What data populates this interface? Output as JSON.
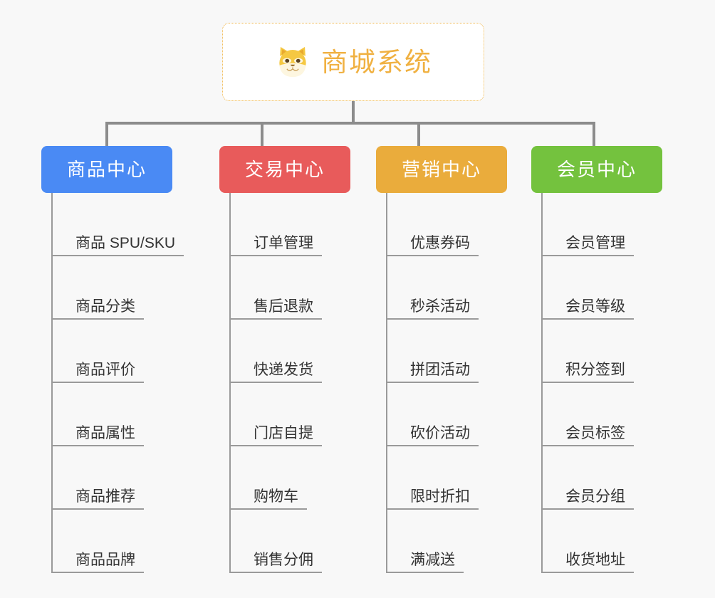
{
  "background_color": "#f8f8f8",
  "root": {
    "title": "商城系统",
    "icon": "shiba-dog-emoji",
    "text_color": "#f0b142",
    "border_color": "#f0b64a",
    "background_color": "#ffffff"
  },
  "branches": [
    {
      "label": "商品中心",
      "color": "#4a8af4",
      "items": [
        "商品 SPU/SKU",
        "商品分类",
        "商品评价",
        "商品属性",
        "商品推荐",
        "商品品牌"
      ]
    },
    {
      "label": "交易中心",
      "color": "#e85b5b",
      "items": [
        "订单管理",
        "售后退款",
        "快递发货",
        "门店自提",
        "购物车",
        "销售分佣"
      ]
    },
    {
      "label": "营销中心",
      "color": "#eaac3c",
      "items": [
        "优惠券码",
        "秒杀活动",
        "拼团活动",
        "砍价活动",
        "限时折扣",
        "满减送"
      ]
    },
    {
      "label": "会员中心",
      "color": "#74c23e",
      "items": [
        "会员管理",
        "会员等级",
        "积分签到",
        "会员标签",
        "会员分组",
        "收货地址"
      ]
    }
  ],
  "connector_color": "#8c8c8c",
  "leaf_line_color": "#9a9a9a",
  "leaf_text_color": "#333333"
}
